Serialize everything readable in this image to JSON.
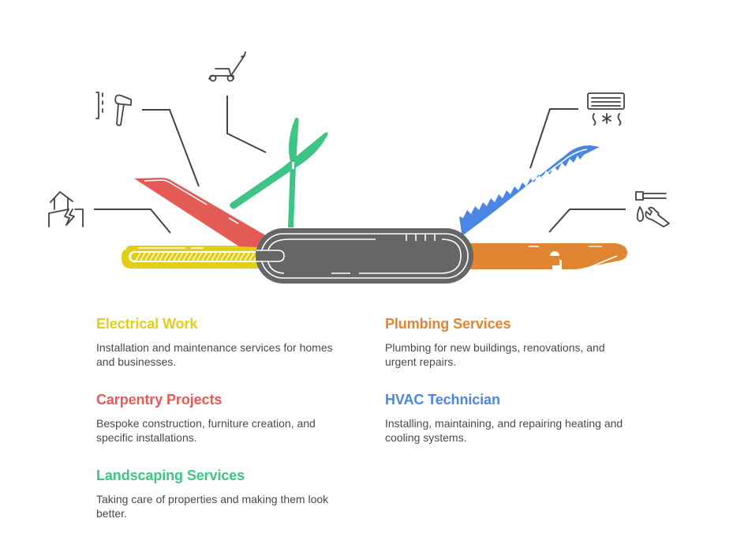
{
  "colors": {
    "electrical": "#e2cd17",
    "carpentry": "#e45a55",
    "landscaping": "#3ec584",
    "plumbing": "#e08532",
    "hvac": "#4c86e4",
    "handle": "#666666",
    "line": "#444444",
    "text": "#4a4a4a"
  },
  "services": [
    {
      "key": "electrical",
      "title": "Electrical Work",
      "description": "Installation and maintenance services for homes and businesses.",
      "icon": "house-lightning-icon",
      "tool": "file-tool"
    },
    {
      "key": "carpentry",
      "title": "Carpentry Projects",
      "description": "Bespoke construction, furniture creation, and specific installations.",
      "icon": "hammer-icon",
      "tool": "knife-blade"
    },
    {
      "key": "landscaping",
      "title": "Landscaping Services",
      "description": "Taking care of properties and making them look better.",
      "icon": "lawn-mower-icon",
      "tool": "scissors"
    },
    {
      "key": "plumbing",
      "title": "Plumbing Services",
      "description": "Plumbing for new buildings, renovations, and urgent repairs.",
      "icon": "faucet-wrench-icon",
      "tool": "bottle-opener"
    },
    {
      "key": "hvac",
      "title": "HVAC Technician",
      "description": "Installing, maintaining, and repairing heating and cooling systems.",
      "icon": "air-conditioner-icon",
      "tool": "saw-blade"
    }
  ]
}
